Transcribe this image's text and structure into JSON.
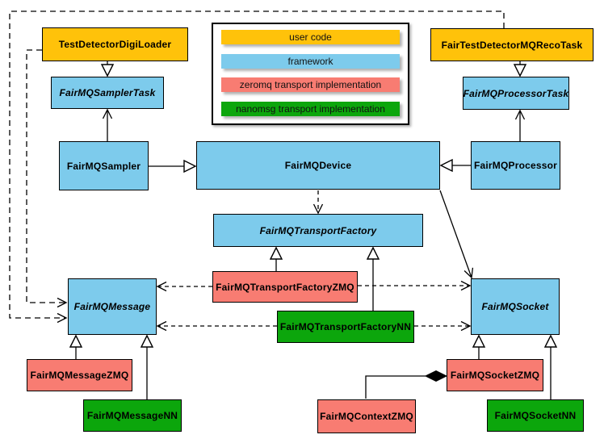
{
  "diagram": {
    "kind": "uml-class-diagram",
    "subject": "FairMQ framework class relationships"
  },
  "colors": {
    "user_code": "#FFC20A",
    "framework": "#7DCBEC",
    "zeromq": "#F87C72",
    "nanomsg": "#0CA60C",
    "border": "#000000",
    "background": "#FFFFFF"
  },
  "legend": {
    "items": [
      {
        "label": "user code",
        "category": "user_code"
      },
      {
        "label": "framework",
        "category": "framework"
      },
      {
        "label": "zeromq transport implementation",
        "category": "zeromq"
      },
      {
        "label": "nanomsg transport implementation",
        "category": "nanomsg"
      }
    ]
  },
  "nodes": {
    "test_detector_digi_loader": {
      "label": "TestDetectorDigiLoader",
      "category": "user_code",
      "abstract": false
    },
    "fair_test_detector_mq_reco_task": {
      "label": "FairTestDetectorMQRecoTask",
      "category": "user_code",
      "abstract": false
    },
    "fairmq_sampler_task": {
      "label": "FairMQSamplerTask",
      "category": "framework",
      "abstract": true
    },
    "fairmq_processor_task": {
      "label": "FairMQProcessorTask",
      "category": "framework",
      "abstract": true
    },
    "fairmq_sampler": {
      "label": "FairMQSampler",
      "category": "framework",
      "abstract": false
    },
    "fairmq_device": {
      "label": "FairMQDevice",
      "category": "framework",
      "abstract": false
    },
    "fairmq_processor": {
      "label": "FairMQProcessor",
      "category": "framework",
      "abstract": false
    },
    "fairmq_transport_factory": {
      "label": "FairMQTransportFactory",
      "category": "framework",
      "abstract": true
    },
    "fairmq_message": {
      "label": "FairMQMessage",
      "category": "framework",
      "abstract": true
    },
    "fairmq_socket": {
      "label": "FairMQSocket",
      "category": "framework",
      "abstract": true
    },
    "fairmq_transport_factory_zmq": {
      "label": "FairMQTransportFactoryZMQ",
      "category": "zeromq",
      "abstract": false
    },
    "fairmq_transport_factory_nn": {
      "label": "FairMQTransportFactoryNN",
      "category": "nanomsg",
      "abstract": false
    },
    "fairmq_message_zmq": {
      "label": "FairMQMessageZMQ",
      "category": "zeromq",
      "abstract": false
    },
    "fairmq_message_nn": {
      "label": "FairMQMessageNN",
      "category": "nanomsg",
      "abstract": false
    },
    "fairmq_context_zmq": {
      "label": "FairMQContextZMQ",
      "category": "zeromq",
      "abstract": false
    },
    "fairmq_socket_zmq": {
      "label": "FairMQSocketZMQ",
      "category": "zeromq",
      "abstract": false
    },
    "fairmq_socket_nn": {
      "label": "FairMQSocketNN",
      "category": "nanomsg",
      "abstract": false
    }
  },
  "edges": [
    {
      "from": "test_detector_digi_loader",
      "to": "fairmq_sampler_task",
      "line": "solid",
      "head": "hollow-triangle",
      "meaning": "inheritance"
    },
    {
      "from": "fair_test_detector_mq_reco_task",
      "to": "fairmq_processor_task",
      "line": "solid",
      "head": "hollow-triangle",
      "meaning": "inheritance"
    },
    {
      "from": "fairmq_sampler",
      "to": "fairmq_sampler_task",
      "line": "solid",
      "head": "open-arrow",
      "meaning": "association"
    },
    {
      "from": "fairmq_processor",
      "to": "fairmq_processor_task",
      "line": "solid",
      "head": "open-arrow",
      "meaning": "association"
    },
    {
      "from": "fairmq_sampler",
      "to": "fairmq_device",
      "line": "solid",
      "head": "hollow-triangle",
      "meaning": "inheritance"
    },
    {
      "from": "fairmq_processor",
      "to": "fairmq_device",
      "line": "solid",
      "head": "hollow-triangle",
      "meaning": "inheritance"
    },
    {
      "from": "fairmq_device",
      "to": "fairmq_transport_factory",
      "line": "dashed",
      "head": "open-arrow",
      "meaning": "dependency"
    },
    {
      "from": "fairmq_device",
      "to": "fairmq_socket",
      "line": "solid",
      "head": "open-arrow",
      "meaning": "association"
    },
    {
      "from": "fairmq_transport_factory_zmq",
      "to": "fairmq_transport_factory",
      "line": "solid",
      "head": "hollow-triangle",
      "meaning": "inheritance"
    },
    {
      "from": "fairmq_transport_factory_nn",
      "to": "fairmq_transport_factory",
      "line": "solid",
      "head": "hollow-triangle",
      "meaning": "inheritance"
    },
    {
      "from": "fairmq_transport_factory_zmq",
      "to": "fairmq_message",
      "line": "dashed",
      "head": "open-arrow",
      "meaning": "dependency"
    },
    {
      "from": "fairmq_transport_factory_zmq",
      "to": "fairmq_socket",
      "line": "dashed",
      "head": "open-arrow",
      "meaning": "dependency"
    },
    {
      "from": "fairmq_transport_factory_nn",
      "to": "fairmq_message",
      "line": "dashed",
      "head": "open-arrow",
      "meaning": "dependency"
    },
    {
      "from": "fairmq_transport_factory_nn",
      "to": "fairmq_socket",
      "line": "dashed",
      "head": "open-arrow",
      "meaning": "dependency"
    },
    {
      "from": "test_detector_digi_loader",
      "to": "fairmq_message",
      "line": "dashed",
      "head": "open-arrow",
      "meaning": "dependency"
    },
    {
      "from": "fair_test_detector_mq_reco_task",
      "to": "fairmq_message",
      "line": "dashed",
      "head": "open-arrow",
      "meaning": "dependency"
    },
    {
      "from": "fairmq_message_zmq",
      "to": "fairmq_message",
      "line": "solid",
      "head": "hollow-triangle",
      "meaning": "inheritance"
    },
    {
      "from": "fairmq_message_nn",
      "to": "fairmq_message",
      "line": "solid",
      "head": "hollow-triangle",
      "meaning": "inheritance"
    },
    {
      "from": "fairmq_socket_zmq",
      "to": "fairmq_socket",
      "line": "solid",
      "head": "hollow-triangle",
      "meaning": "inheritance"
    },
    {
      "from": "fairmq_socket_nn",
      "to": "fairmq_socket",
      "line": "solid",
      "head": "hollow-triangle",
      "meaning": "inheritance"
    },
    {
      "from": "fairmq_context_zmq",
      "to": "fairmq_socket_zmq",
      "line": "solid",
      "head": "filled-diamond",
      "meaning": "composition"
    }
  ]
}
